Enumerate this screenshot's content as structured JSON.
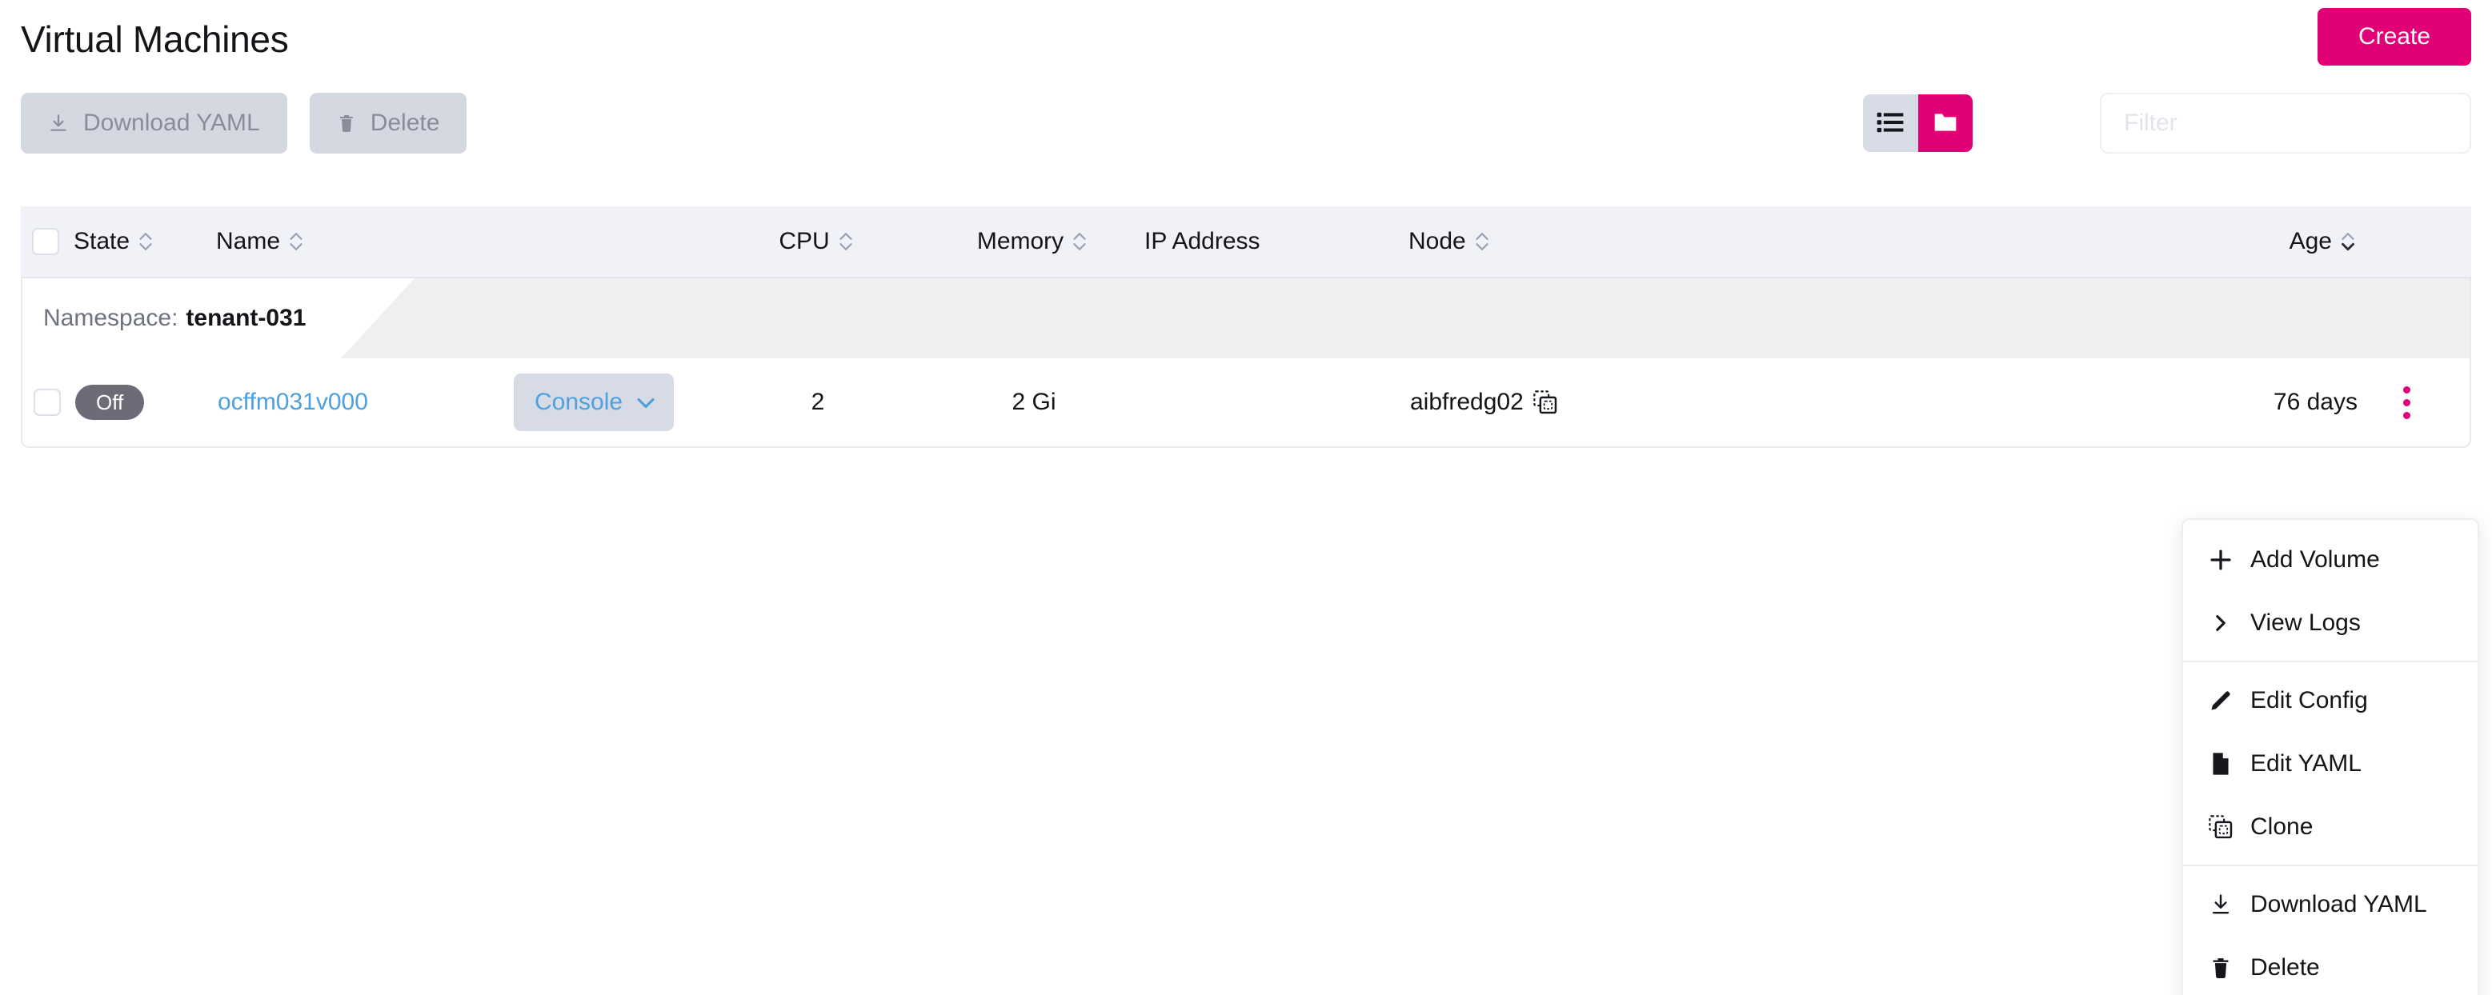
{
  "header": {
    "title": "Virtual Machines",
    "create_label": "Create"
  },
  "toolbar": {
    "download_yaml_label": "Download YAML",
    "download_yaml_icon": "download-icon",
    "delete_label": "Delete",
    "delete_icon": "trash-icon"
  },
  "view_toggle": {
    "list_icon": "list-view-icon",
    "group_icon": "folder-group-view-icon",
    "active": "group"
  },
  "search": {
    "placeholder": "Filter",
    "value": ""
  },
  "table": {
    "columns": [
      {
        "key": "state",
        "label": "State",
        "sortable": true
      },
      {
        "key": "name",
        "label": "Name",
        "sortable": true
      },
      {
        "key": "console",
        "label": "",
        "sortable": false
      },
      {
        "key": "cpu",
        "label": "CPU",
        "sortable": true
      },
      {
        "key": "memory",
        "label": "Memory",
        "sortable": true
      },
      {
        "key": "ip",
        "label": "IP Address",
        "sortable": false
      },
      {
        "key": "node",
        "label": "Node",
        "sortable": true
      },
      {
        "key": "age",
        "label": "Age",
        "sortable": true,
        "sorted": "desc"
      }
    ],
    "group": {
      "prefix": "Namespace:",
      "name": "tenant-031"
    },
    "rows": [
      {
        "state": "Off",
        "name": "ocffm031v000",
        "console_label": "Console",
        "cpu": "2",
        "memory": "2 Gi",
        "ip": "",
        "node": "aibfredg02",
        "node_copy_icon": "copy-icon",
        "age": "76 days",
        "kebab_icon": "kebab-menu-icon"
      }
    ]
  },
  "context_menu": {
    "items": [
      {
        "label": "Add Volume",
        "icon": "plus-icon"
      },
      {
        "label": "View Logs",
        "icon": "chevron-right-icon"
      },
      {
        "separator": true
      },
      {
        "label": "Edit Config",
        "icon": "pencil-icon"
      },
      {
        "label": "Edit YAML",
        "icon": "file-icon"
      },
      {
        "label": "Clone",
        "icon": "clone-icon"
      },
      {
        "separator": true
      },
      {
        "label": "Download YAML",
        "icon": "download-icon"
      },
      {
        "label": "Delete",
        "icon": "trash-icon"
      }
    ]
  },
  "colors": {
    "accent": "#E10075",
    "link": "#4FA0DE",
    "state_off": "#6C6C79",
    "header_bg": "#F0F2F8",
    "group_bg": "#F0EFEF",
    "disabled_btn": "#D4D8E1"
  }
}
